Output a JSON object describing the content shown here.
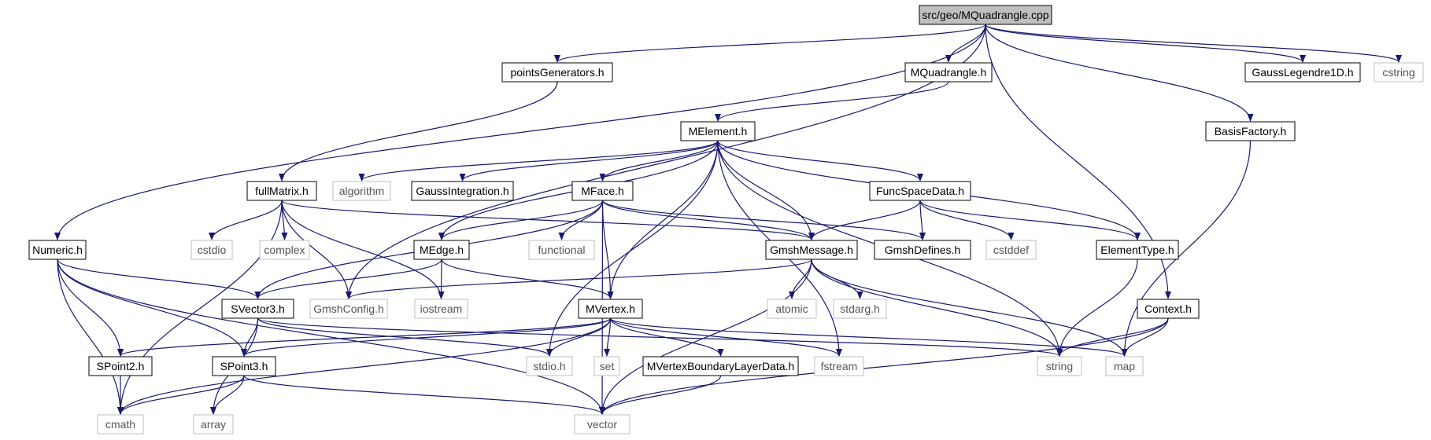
{
  "graph": {
    "nodes": [
      {
        "id": "root",
        "label": "src/geo/MQuadrangle.cpp",
        "kind": "root"
      },
      {
        "id": "pointsGenerators",
        "label": "pointsGenerators.h",
        "kind": "header"
      },
      {
        "id": "MQuadrangle",
        "label": "MQuadrangle.h",
        "kind": "header"
      },
      {
        "id": "GaussLegendre1D",
        "label": "GaussLegendre1D.h",
        "kind": "header"
      },
      {
        "id": "cstring",
        "label": "cstring",
        "kind": "system"
      },
      {
        "id": "BasisFactory",
        "label": "BasisFactory.h",
        "kind": "header"
      },
      {
        "id": "MElement",
        "label": "MElement.h",
        "kind": "header"
      },
      {
        "id": "fullMatrix",
        "label": "fullMatrix.h",
        "kind": "header"
      },
      {
        "id": "algorithm",
        "label": "algorithm",
        "kind": "system"
      },
      {
        "id": "GaussIntegration",
        "label": "GaussIntegration.h",
        "kind": "header"
      },
      {
        "id": "MFace",
        "label": "MFace.h",
        "kind": "header"
      },
      {
        "id": "FuncSpaceData",
        "label": "FuncSpaceData.h",
        "kind": "header"
      },
      {
        "id": "Numeric",
        "label": "Numeric.h",
        "kind": "header"
      },
      {
        "id": "cstdio",
        "label": "cstdio",
        "kind": "system"
      },
      {
        "id": "complex",
        "label": "complex",
        "kind": "system"
      },
      {
        "id": "MEdge",
        "label": "MEdge.h",
        "kind": "header"
      },
      {
        "id": "functional",
        "label": "functional",
        "kind": "system"
      },
      {
        "id": "GmshMessage",
        "label": "GmshMessage.h",
        "kind": "header"
      },
      {
        "id": "GmshDefines",
        "label": "GmshDefines.h",
        "kind": "header"
      },
      {
        "id": "cstddef",
        "label": "cstddef",
        "kind": "system"
      },
      {
        "id": "ElementType",
        "label": "ElementType.h",
        "kind": "header"
      },
      {
        "id": "SVector3",
        "label": "SVector3.h",
        "kind": "header"
      },
      {
        "id": "GmshConfig",
        "label": "GmshConfig.h",
        "kind": "system"
      },
      {
        "id": "iostream",
        "label": "iostream",
        "kind": "system"
      },
      {
        "id": "MVertex",
        "label": "MVertex.h",
        "kind": "header"
      },
      {
        "id": "atomic",
        "label": "atomic",
        "kind": "system"
      },
      {
        "id": "stdarg",
        "label": "stdarg.h",
        "kind": "system"
      },
      {
        "id": "Context",
        "label": "Context.h",
        "kind": "header"
      },
      {
        "id": "SPoint2",
        "label": "SPoint2.h",
        "kind": "header"
      },
      {
        "id": "SPoint3",
        "label": "SPoint3.h",
        "kind": "header"
      },
      {
        "id": "stdio",
        "label": "stdio.h",
        "kind": "system"
      },
      {
        "id": "set",
        "label": "set",
        "kind": "system"
      },
      {
        "id": "MVertexBoundaryLayerData",
        "label": "MVertexBoundaryLayerData.h",
        "kind": "header"
      },
      {
        "id": "fstream",
        "label": "fstream",
        "kind": "system"
      },
      {
        "id": "string",
        "label": "string",
        "kind": "system"
      },
      {
        "id": "map",
        "label": "map",
        "kind": "system"
      },
      {
        "id": "cmath",
        "label": "cmath",
        "kind": "system"
      },
      {
        "id": "array",
        "label": "array",
        "kind": "system"
      },
      {
        "id": "vector",
        "label": "vector",
        "kind": "system"
      }
    ],
    "edges": [
      [
        "root",
        "pointsGenerators"
      ],
      [
        "root",
        "MQuadrangle"
      ],
      [
        "root",
        "GaussLegendre1D"
      ],
      [
        "root",
        "cstring"
      ],
      [
        "root",
        "BasisFactory"
      ],
      [
        "root",
        "Context"
      ],
      [
        "root",
        "Numeric"
      ],
      [
        "root",
        "GmshConfig"
      ],
      [
        "pointsGenerators",
        "fullMatrix"
      ],
      [
        "MQuadrangle",
        "MElement"
      ],
      [
        "BasisFactory",
        "map"
      ],
      [
        "MElement",
        "algorithm"
      ],
      [
        "MElement",
        "GaussIntegration"
      ],
      [
        "MElement",
        "MFace"
      ],
      [
        "MElement",
        "FuncSpaceData"
      ],
      [
        "MElement",
        "ElementType"
      ],
      [
        "MElement",
        "MEdge"
      ],
      [
        "MElement",
        "GmshMessage"
      ],
      [
        "MElement",
        "MVertex"
      ],
      [
        "MElement",
        "stdio"
      ],
      [
        "MElement",
        "fstream"
      ],
      [
        "MElement",
        "string"
      ],
      [
        "fullMatrix",
        "cstdio"
      ],
      [
        "fullMatrix",
        "complex"
      ],
      [
        "fullMatrix",
        "GmshMessage"
      ],
      [
        "fullMatrix",
        "GmshConfig"
      ],
      [
        "fullMatrix",
        "iostream"
      ],
      [
        "fullMatrix",
        "cmath"
      ],
      [
        "MFace",
        "functional"
      ],
      [
        "MFace",
        "GmshMessage"
      ],
      [
        "MFace",
        "GmshDefines"
      ],
      [
        "MFace",
        "MEdge"
      ],
      [
        "MFace",
        "SVector3"
      ],
      [
        "MFace",
        "MVertex"
      ],
      [
        "MFace",
        "vector"
      ],
      [
        "FuncSpaceData",
        "GmshMessage"
      ],
      [
        "FuncSpaceData",
        "GmshDefines"
      ],
      [
        "FuncSpaceData",
        "cstddef"
      ],
      [
        "FuncSpaceData",
        "ElementType"
      ],
      [
        "ElementType",
        "string"
      ],
      [
        "Numeric",
        "SVector3"
      ],
      [
        "Numeric",
        "SPoint2"
      ],
      [
        "Numeric",
        "SPoint3"
      ],
      [
        "Numeric",
        "cmath"
      ],
      [
        "Numeric",
        "vector"
      ],
      [
        "MEdge",
        "SVector3"
      ],
      [
        "MEdge",
        "iostream"
      ],
      [
        "MEdge",
        "MVertex"
      ],
      [
        "GmshMessage",
        "GmshConfig"
      ],
      [
        "GmshMessage",
        "atomic"
      ],
      [
        "GmshMessage",
        "stdarg"
      ],
      [
        "GmshMessage",
        "string"
      ],
      [
        "GmshMessage",
        "map"
      ],
      [
        "GmshMessage",
        "vector"
      ],
      [
        "SVector3",
        "SPoint3"
      ],
      [
        "SVector3",
        "stdio"
      ],
      [
        "SVector3",
        "string"
      ],
      [
        "SVector3",
        "array"
      ],
      [
        "MVertex",
        "stdio"
      ],
      [
        "MVertex",
        "set"
      ],
      [
        "MVertex",
        "MVertexBoundaryLayerData"
      ],
      [
        "MVertex",
        "fstream"
      ],
      [
        "MVertex",
        "map"
      ],
      [
        "MVertex",
        "SPoint2"
      ],
      [
        "MVertex",
        "SPoint3"
      ],
      [
        "MVertex",
        "cmath"
      ],
      [
        "Context",
        "string"
      ],
      [
        "Context",
        "map"
      ],
      [
        "Context",
        "vector"
      ],
      [
        "SPoint2",
        "cmath"
      ],
      [
        "SPoint3",
        "cmath"
      ],
      [
        "SPoint3",
        "array"
      ],
      [
        "SPoint3",
        "vector"
      ],
      [
        "MVertexBoundaryLayerData",
        "vector"
      ]
    ]
  },
  "colors": {
    "edge": "#191970",
    "root_fill": "#bfbfbf",
    "header_border": "#000000",
    "system_border": "#bfbfbf",
    "system_text": "#555555"
  }
}
